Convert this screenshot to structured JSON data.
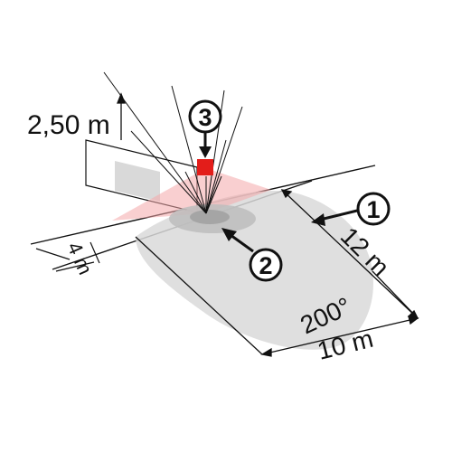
{
  "diagram": {
    "mount_height_label": "2,50 m",
    "width_label": "4 m",
    "depth_label": "12 m",
    "length_label": "10 m",
    "angle_label": "200°",
    "callouts": [
      {
        "number": "1"
      },
      {
        "number": "2"
      },
      {
        "number": "3"
      }
    ],
    "colors": {
      "sensor": "#e31d1a",
      "beam": "#f4a8aa",
      "detection_zone": "#d9d9d9",
      "inner_zone": "#bdbdbd",
      "line": "#111111"
    }
  }
}
